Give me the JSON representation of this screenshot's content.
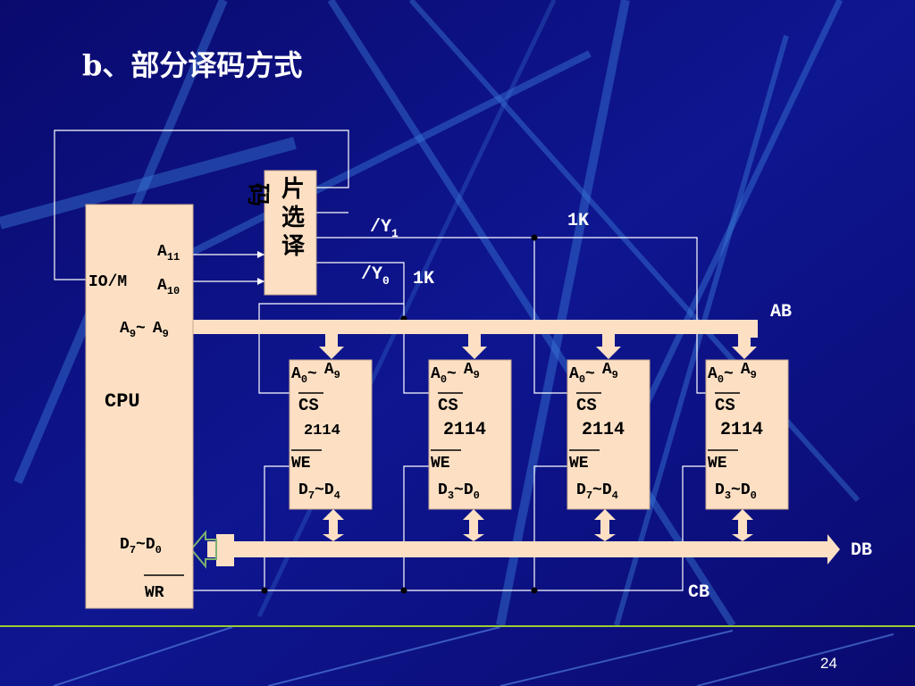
{
  "title": "b、部分译码方式",
  "page_number": "24",
  "cpu": {
    "label": "CPU",
    "pins": {
      "a11": "A",
      "a11_sub": "11",
      "a10": "A",
      "a10_sub": "10",
      "iom": "IO/M",
      "a9_prefix": "A",
      "a9_sub": "9",
      "a9_tilde": "~",
      "a9_end": "A",
      "a9_end_sub": "9",
      "data": "D",
      "data_sub1": "7",
      "data_tilde": "~D",
      "data_sub2": "0",
      "wr": "WR"
    }
  },
  "decoder": {
    "label_chars": [
      "片",
      "选",
      "译",
      "码"
    ]
  },
  "signals": {
    "y1": "/Y",
    "y1_sub": "1",
    "y0": "/Y",
    "y0_sub": "0",
    "k_top": "1K",
    "k_mid": "1K"
  },
  "buses": {
    "ab": "AB",
    "db": "DB",
    "cb": "CB"
  },
  "chips": [
    {
      "a_start": "A",
      "a_start_sub": "0",
      "a_tilde": "~",
      "a_end": "A",
      "a_end_sub": "9",
      "cs": "CS",
      "model": "2114",
      "we": "WE",
      "d_start": "D",
      "d_start_sub": "7",
      "d_tilde": "~D",
      "d_end_sub": "4"
    },
    {
      "a_start": "A",
      "a_start_sub": "0",
      "a_tilde": "~",
      "a_end": "A",
      "a_end_sub": "9",
      "cs": "CS",
      "model": "2114",
      "we": "WE",
      "d_start": "D",
      "d_start_sub": "3",
      "d_tilde": "~D",
      "d_end_sub": "0"
    },
    {
      "a_start": "A",
      "a_start_sub": "0",
      "a_tilde": "~",
      "a_end": "A",
      "a_end_sub": "9",
      "cs": "CS",
      "model": "2114",
      "we": "WE",
      "d_start": "D",
      "d_start_sub": "7",
      "d_tilde": "~D",
      "d_end_sub": "4"
    },
    {
      "a_start": "A",
      "a_start_sub": "0",
      "a_tilde": "~",
      "a_end": "A",
      "a_end_sub": "9",
      "cs": "CS",
      "model": "2114",
      "we": "WE",
      "d_start": "D",
      "d_start_sub": "3",
      "d_tilde": "~D",
      "d_end_sub": "0"
    }
  ],
  "colors": {
    "background": "#0c0c78",
    "box_fill": "#fde0c4",
    "wire": "#ffffff",
    "accent_green": "#9acd32",
    "streak": "#2a6ec8"
  }
}
